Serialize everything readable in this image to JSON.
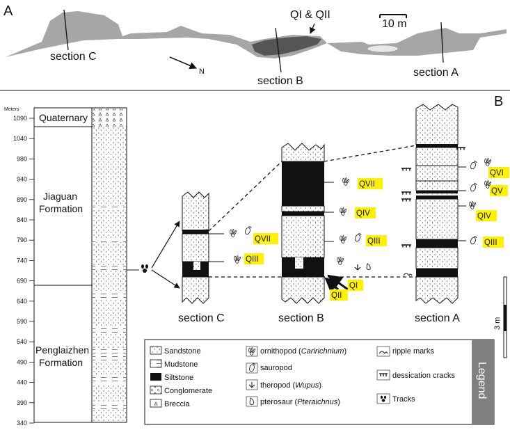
{
  "panels": {
    "a": "A",
    "b": "B"
  },
  "map": {
    "section_c": "section C",
    "section_b": "section B",
    "section_a": "section A",
    "tracks_label": "QI & QII",
    "scale_label": "10 m",
    "north": "N"
  },
  "strat_column": {
    "unit_header": "Meters",
    "ticks": [
      "1090",
      "1040",
      "980",
      "940",
      "890",
      "840",
      "790",
      "740",
      "690",
      "640",
      "590",
      "540",
      "490",
      "440",
      "390",
      "340"
    ],
    "formations": {
      "quaternary": "Quaternary",
      "jiaguan_1": "Jiaguan",
      "jiaguan_2": "Formation",
      "penglaizhen_1": "Penglaizhen",
      "penglaizhen_2": "Formation"
    }
  },
  "sections": {
    "c": {
      "title": "section C",
      "levels": [
        "QVII",
        "QIII"
      ]
    },
    "b": {
      "title": "section B",
      "levels": [
        "QVII",
        "QIV",
        "QIII",
        "QI",
        "QII"
      ]
    },
    "a": {
      "title": "section A",
      "levels": [
        "QVI",
        "QV",
        "QIV",
        "QIII"
      ]
    }
  },
  "scale_bar": "3 m",
  "legend": {
    "title": "Legend",
    "lithology": [
      "Sandstone",
      "Mudstone",
      "Siltstone",
      "Conglomerate",
      "Breccia"
    ],
    "ornithopod": {
      "name": "ornithopod (",
      "taxon": "Caririchnium",
      "close": ")"
    },
    "sauropod": "sauropod",
    "theropod": {
      "name": "theropod (",
      "taxon": "Wupus",
      "close": ")"
    },
    "pterosaur": {
      "name": "pterosaur (",
      "taxon": "Pteraichnus",
      "close": ")"
    },
    "ripple": "ripple marks",
    "dessication": "dessication cracks",
    "tracks": "Tracks"
  },
  "colors": {
    "highlight": "#fff200",
    "outcrop": "#a6a6a6",
    "outcrop_dark": "#555555",
    "legend_bar": "#7f7f7f"
  }
}
